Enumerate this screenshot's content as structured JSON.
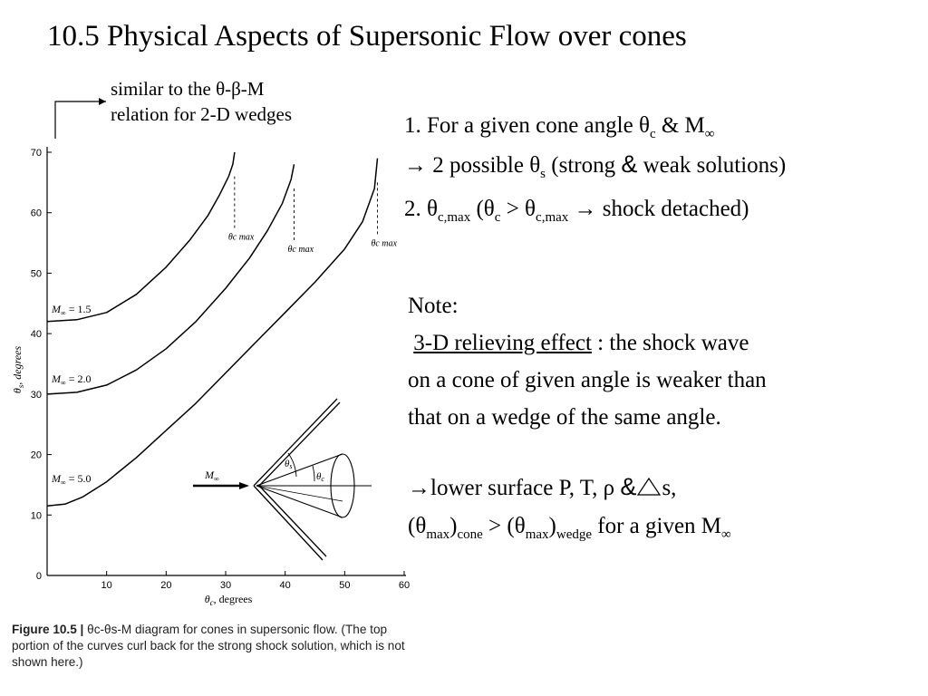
{
  "slide": {
    "title": "10.5 Physical Aspects of Supersonic Flow over cones",
    "note_top_line1": "similar to the θ-β-M",
    "note_top_line2": "relation for 2-D wedges"
  },
  "points": {
    "p1_a": "1. For a given cone angle θ",
    "p1_sub_c": "c",
    "p1_b": " & M",
    "p1_inf": "∞",
    "p2_a": "→ 2 possible θ",
    "p2_sub_s": "s",
    "p2_b": " (strong ",
    "p2_amp": "&",
    "p2_c": " weak solutions)",
    "p3_a": "2. θ",
    "p3_sub_cmax": "c,max",
    "p3_b": " (θ",
    "p3_sub_c": "c",
    "p3_c": " > θ",
    "p3_sub_cmax2": "c,max",
    "p3_d": " → shock detached)"
  },
  "note": {
    "label": "Note:",
    "relieving": "3-D relieving effect",
    "line1_rest": " : the shock wave",
    "line2": "on a cone of given angle is weaker than",
    "line3": "that on a wedge of the same angle."
  },
  "result": {
    "r1_a": "→lower surface P, T, ρ ",
    "r1_amp": "&",
    "r1_b": "s,",
    "r2_a": "(θ",
    "r2_sub_max": "max",
    "r2_b": ")",
    "r2_sub_cone": "cone",
    "r2_c": " > (θ",
    "r2_sub_max2": "max",
    "r2_d": ")",
    "r2_sub_wedge": "wedge",
    "r2_e": " for a given M",
    "r2_inf": "∞"
  },
  "figure": {
    "caption_label": "Figure 10.5 |",
    "caption_text": " θc-θs-M diagram for cones in supersonic flow. (The top portion of the curves curl back for the strong shock solution, which is not shown here.)",
    "xlabel": "θc, degrees",
    "ylabel": "θs, degrees",
    "curve_labels": [
      "M∞ = 1.5",
      "M∞ = 2.0",
      "M∞ = 5.0"
    ],
    "max_label": "θc max",
    "inset": {
      "flow_label": "M∞",
      "shock_angle_label": "θs",
      "cone_angle_label": "θc"
    }
  },
  "chart_data": {
    "type": "line",
    "xlabel": "θc, degrees",
    "ylabel": "θs, degrees",
    "xlim": [
      0,
      60
    ],
    "ylim": [
      0,
      70
    ],
    "xticks": [
      10,
      20,
      30,
      40,
      50,
      60
    ],
    "yticks": [
      0,
      10,
      20,
      30,
      40,
      50,
      60,
      70
    ],
    "series": [
      {
        "name": "M∞ = 1.5",
        "theta_c_max": 31.5,
        "x": [
          0,
          5,
          10,
          15,
          20,
          24,
          27,
          29,
          30.5,
          31.2,
          31.5
        ],
        "y": [
          42,
          42.3,
          43.5,
          46.5,
          51,
          55.5,
          59.5,
          63,
          66,
          68,
          70
        ]
      },
      {
        "name": "M∞ = 2.0",
        "theta_c_max": 41.5,
        "x": [
          0,
          5,
          10,
          15,
          20,
          25,
          30,
          34,
          37,
          39.5,
          41,
          41.5
        ],
        "y": [
          30,
          30.3,
          31.5,
          34,
          37.5,
          42,
          47.5,
          52.5,
          57,
          61.5,
          65.5,
          68
        ]
      },
      {
        "name": "M∞ = 5.0",
        "theta_c_max": 55.5,
        "x": [
          0,
          3,
          6,
          10,
          15,
          20,
          25,
          30,
          35,
          40,
          45,
          50,
          53,
          55,
          55.5
        ],
        "y": [
          11.5,
          11.8,
          13,
          15.5,
          19.5,
          24,
          28.5,
          33.5,
          38.5,
          43.5,
          48.5,
          54,
          58.5,
          64,
          69
        ]
      }
    ]
  }
}
